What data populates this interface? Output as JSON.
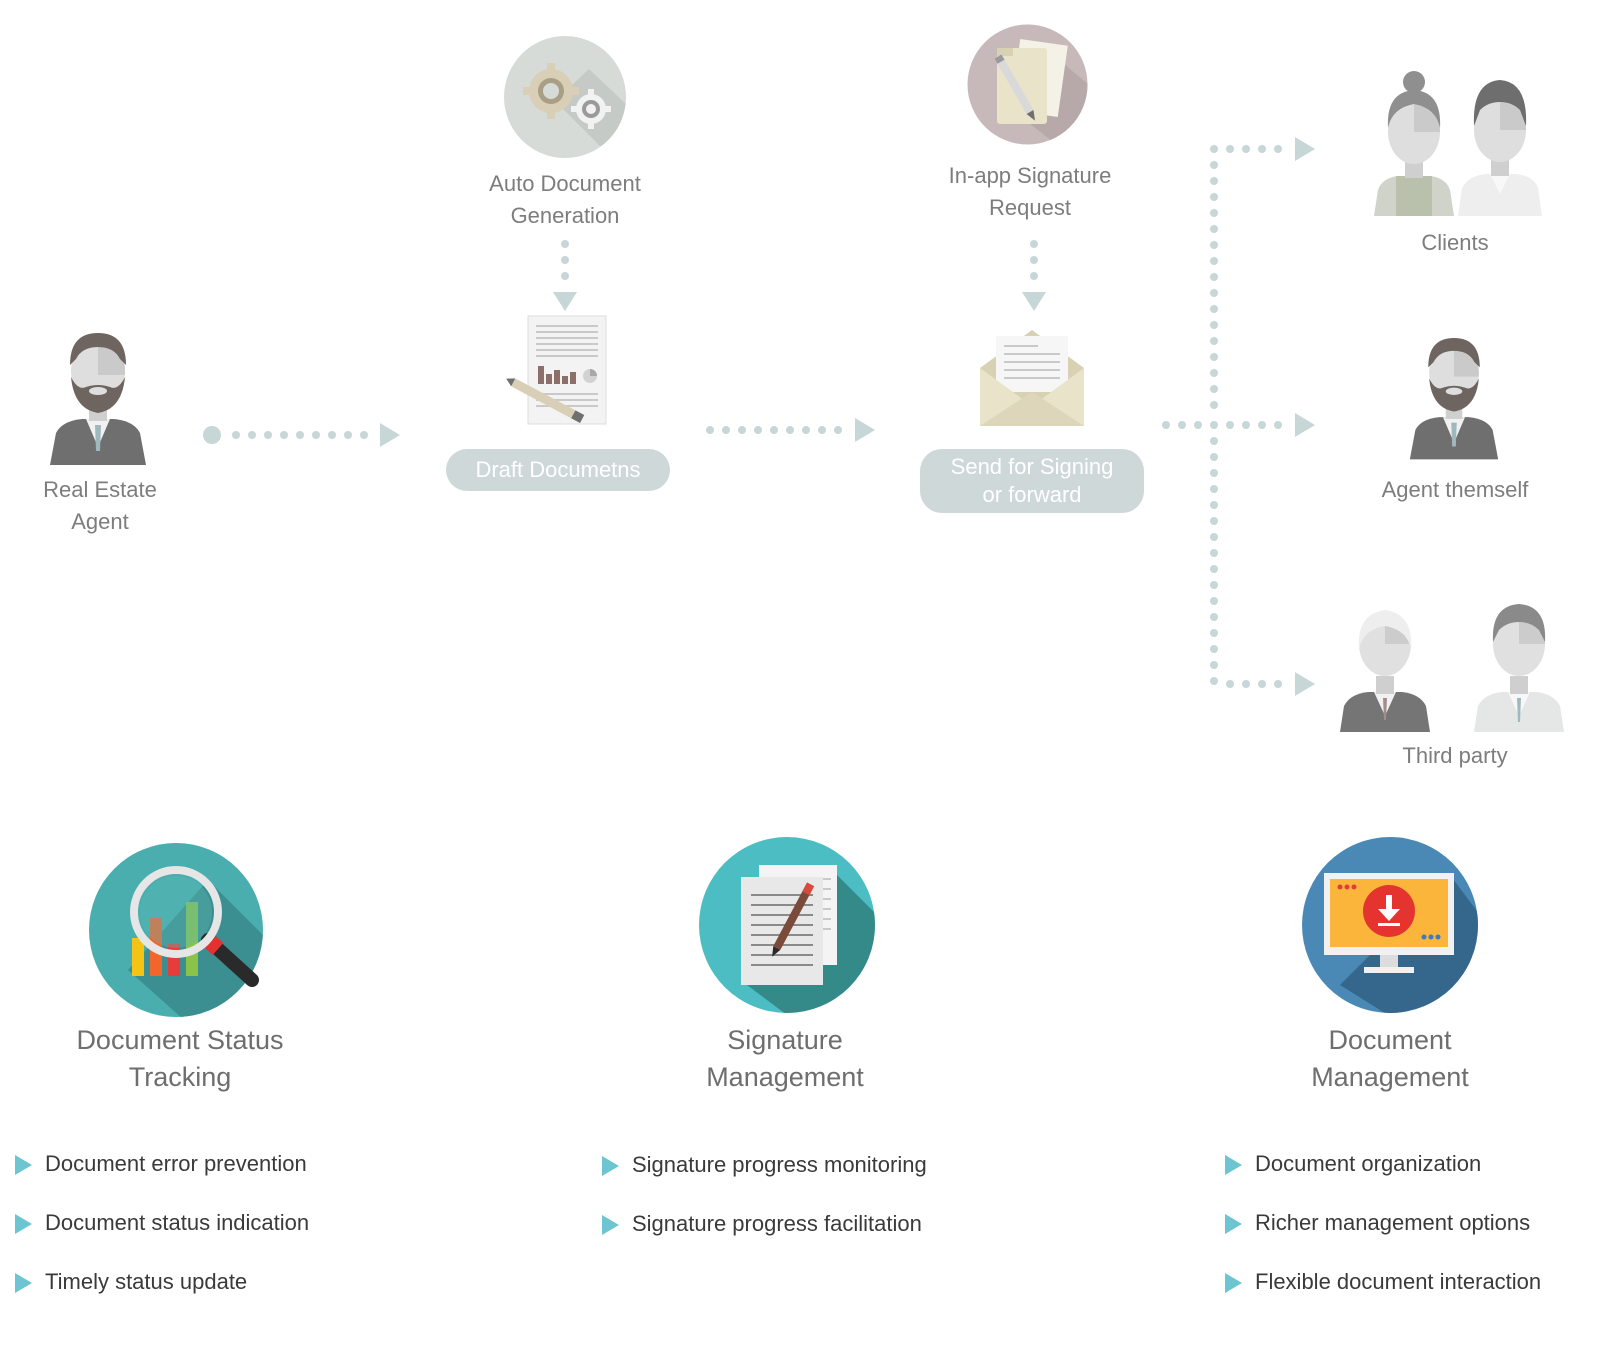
{
  "colors": {
    "dots": "#c7d6d7",
    "pill_bg": "#cfd8d9",
    "pill_text": "#ffffff",
    "label_text": "#7d7d7d",
    "bullet_marker": "#6cc5d0",
    "bullet_text": "#3a3a3a"
  },
  "flow": {
    "agent": {
      "label_line1": "Real Estate",
      "label_line2": "Agent",
      "icon": "bearded-man-icon"
    },
    "auto_generation": {
      "label_line1": "Auto Document",
      "label_line2": "Generation",
      "icon": "gears-icon"
    },
    "draft": {
      "pill": "Draft Documetns",
      "icon": "document-pen-icon"
    },
    "signature_request": {
      "label_line1": "In-app Signature",
      "label_line2": "Request",
      "icon": "folder-pencil-icon"
    },
    "send": {
      "pill_line1": "Send for Signing",
      "pill_line2": "or forward",
      "icon": "envelope-icon"
    },
    "recipients": [
      {
        "label": "Clients",
        "icon": "clients-icon"
      },
      {
        "label": "Agent themself",
        "icon": "agent-icon"
      },
      {
        "label": "Third party",
        "icon": "third-party-icon"
      }
    ]
  },
  "features": [
    {
      "title_line1": "Document Status",
      "title_line2": "Tracking",
      "icon": "magnifier-chart-icon",
      "bullets": [
        "Document error prevention",
        "Document status indication",
        "Timely status update"
      ]
    },
    {
      "title_line1": "Signature",
      "title_line2": "Management",
      "icon": "document-signature-icon",
      "bullets": [
        "Signature progress monitoring",
        "Signature progress facilitation"
      ]
    },
    {
      "title_line1": "Document",
      "title_line2": "Management",
      "icon": "monitor-download-icon",
      "bullets": [
        "Document organization",
        "Richer management options",
        "Flexible document interaction"
      ]
    }
  ]
}
